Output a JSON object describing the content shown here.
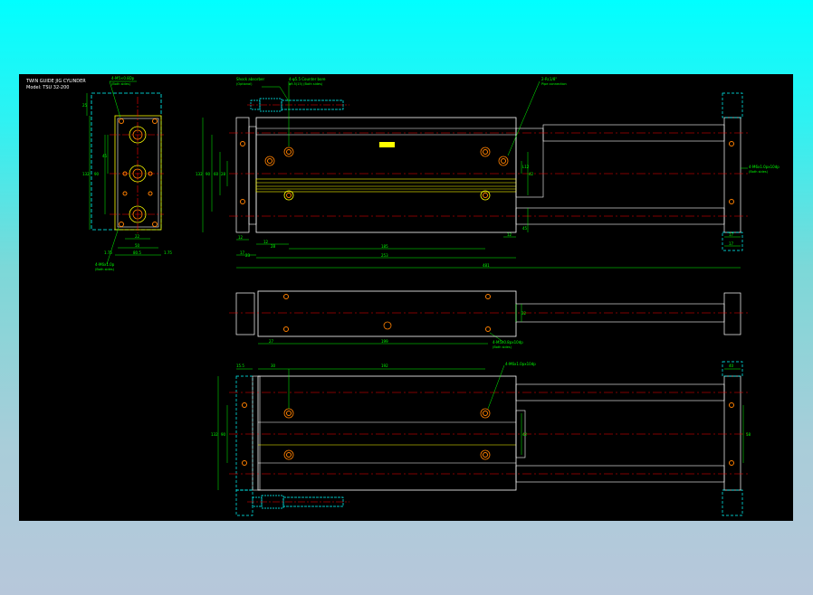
{
  "title_block": {
    "line1": "TWIN GUIDE JIG CYLINDER",
    "line2": "Model: TSU 32-200"
  },
  "callouts": {
    "end_ports": "4-M5×0.8Dp",
    "end_ports_sub": "(Both sides)",
    "bottom_holes": "4-M6x1.0p",
    "bottom_holes_sub": "(Both sides)",
    "shock_absorber": "Shock absorber",
    "shock_absorber_sub": "(Optional)",
    "stroke_adj": "4-φ5.5 Counter bore",
    "stroke_adj_sub": "φ9.5(15) (Both sides)",
    "piping_port": "2-Rc1/8\"",
    "piping_port_sub": "Pipe connection",
    "rod_plate_holes": "4-M6x1.0px10dp",
    "rod_plate_holes_sub": "(Both sides)",
    "mid_holes": "4-M5x0.8px10dp",
    "mid_holes_sub": "(Both sides)",
    "bottom_view_holes": "4-M6x1.0px10dp"
  },
  "dims": {
    "end_top": "25",
    "end_h": "132",
    "end_90": "90",
    "end_pitch": "45",
    "end_w22": "22",
    "end_w50": "50",
    "end_w80": "80.5",
    "end_175a": "1.75",
    "end_175b": "1.75",
    "side_132": "132",
    "side_90": "90",
    "side_60": "60",
    "side_28": "28",
    "side_12": "12",
    "side_l12": "L12",
    "side_42": "42",
    "side_45": "45",
    "side_h165": "165",
    "side_185": "185",
    "side_17a": "17",
    "side_17b": "17",
    "side_238": "23",
    "side_253": "253",
    "side_481": "481",
    "side_12b": "12",
    "side_17c": "17",
    "side_12c": "12",
    "mid_27": "27",
    "mid_199": "199",
    "mid_32": "32",
    "bot_15": "15.5",
    "bot_30": "30",
    "bot_192": "192",
    "bot_40": "40",
    "bot_132": "132",
    "bot_90": "90",
    "bot_42": "42",
    "bot_58": "58"
  },
  "colors": {
    "background": "#000000",
    "outline": "#ffffff",
    "dimension": "#00ff00",
    "centerline": "#ff0000",
    "hidden": "#00ffff",
    "hole": "#ff8000",
    "guide": "#ffff00"
  }
}
